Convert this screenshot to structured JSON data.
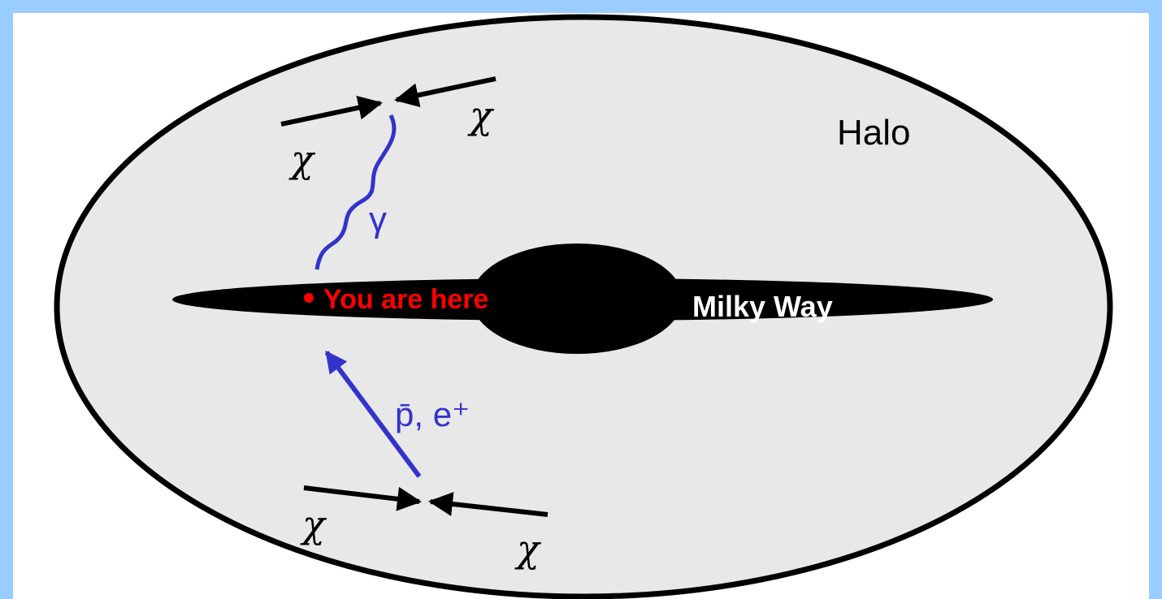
{
  "labels": {
    "halo": "Halo",
    "milky_way": "Milky Way",
    "you_are_here": "You are here",
    "gamma": "γ",
    "pbar_eplus": "p̄, e⁺",
    "chi": "χ"
  },
  "colors": {
    "frame": "#99ccff",
    "halo_fill": "#e8e8e8",
    "outline": "#000000",
    "galaxy": "#000000",
    "you_are_here": "#ff0000",
    "particle": "#3333cc",
    "milky_way_text": "#ffffff"
  }
}
